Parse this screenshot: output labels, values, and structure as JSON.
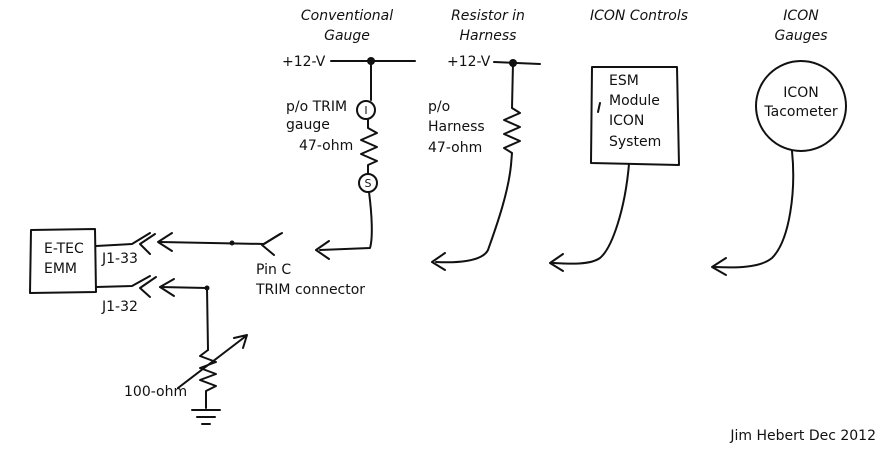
{
  "headers": {
    "conventional_gauge": [
      "Conventional",
      "Gauge"
    ],
    "resistor_in_harness": [
      "Resistor in",
      "Harness"
    ],
    "icon_controls": [
      "ICON Controls"
    ],
    "icon_gauges": [
      "ICON",
      "Gauges"
    ]
  },
  "supply_label": "+12-V",
  "trim_gauge": {
    "lines": [
      "p/o TRIM",
      "gauge",
      "47-ohm"
    ],
    "terminal_i": "I",
    "terminal_s": "S"
  },
  "harness_resistor": {
    "lines": [
      "p/o",
      "Harness",
      "47-ohm"
    ]
  },
  "esm_module": {
    "lines": [
      "ESM",
      "Module",
      "ICON",
      "System"
    ]
  },
  "icon_tach": {
    "lines": [
      "ICON",
      "Tacometer"
    ]
  },
  "emm": {
    "lines": [
      "E-TEC",
      "EMM"
    ],
    "pin_j1_33": "J1-33",
    "pin_j1_32": "J1-32"
  },
  "trim_connector": [
    "Pin C",
    "TRIM connector"
  ],
  "pot_label": "100-ohm",
  "credit": "Jim Hebert Dec 2012"
}
